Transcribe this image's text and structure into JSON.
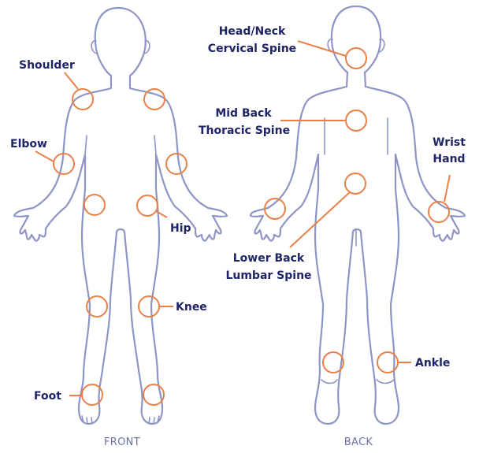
{
  "captions": {
    "front": "FRONT",
    "back": "BACK"
  },
  "labels": {
    "shoulder": "Shoulder",
    "elbow": "Elbow",
    "hip": "Hip",
    "knee": "Knee",
    "foot": "Foot",
    "head_neck": [
      "Head/Neck",
      "Cervical Spine"
    ],
    "mid_back": [
      "Mid Back",
      "Thoracic Spine"
    ],
    "lower_back": [
      "Lower Back",
      "Lumbar Spine"
    ],
    "wrist_hand": [
      "Wrist",
      "Hand"
    ],
    "ankle": "Ankle"
  },
  "colors": {
    "body_outline": "#8e95c4",
    "joint_marker": "#e8804a",
    "label_text": "#1f2466",
    "caption_text": "#6b73a6"
  }
}
